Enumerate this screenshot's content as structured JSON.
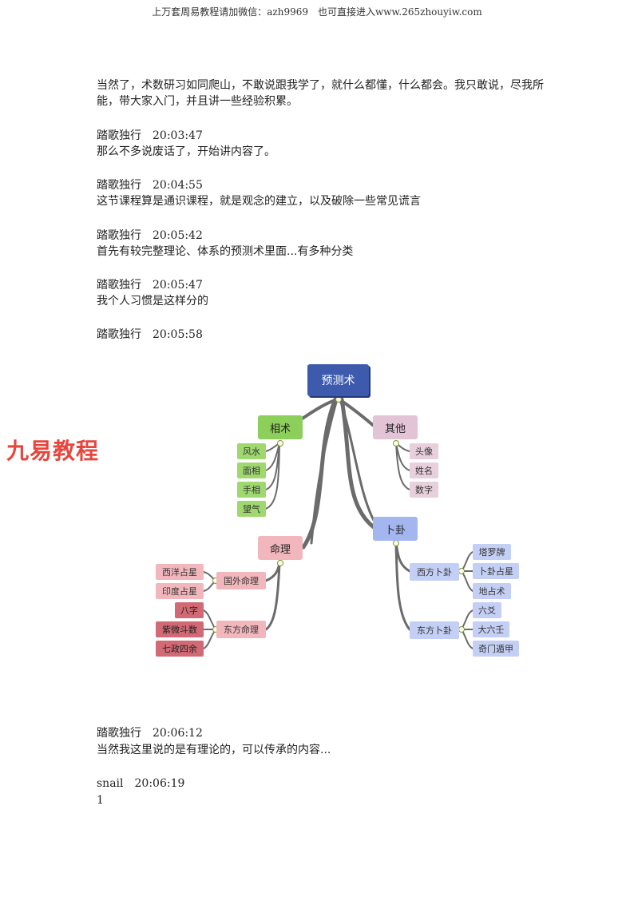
{
  "header": {
    "text": "上万套周易教程请加微信：azh9969　也可直接进入www.265zhouyiw.com"
  },
  "intro": "当然了，术数研习如同爬山，不敢说跟我学了，就什么都懂，什么都会。我只敢说，尽我所能，带大家入门，并且讲一些经验积累。",
  "messages": [
    {
      "speaker": "踏歌独行　20:03:47",
      "text": "那么不多说废话了，开始讲内容了。"
    },
    {
      "speaker": "踏歌独行　20:04:55",
      "text": "这节课程算是通识课程，就是观念的建立，以及破除一些常见谎言"
    },
    {
      "speaker": "踏歌独行　20:05:42",
      "text": "首先有较完整理论、体系的预测术里面...有多种分类"
    },
    {
      "speaker": "踏歌独行　20:05:47",
      "text": "我个人习惯是这样分的"
    },
    {
      "speaker": "踏歌独行　20:05:58",
      "text": ""
    },
    {
      "speaker": "踏歌独行　20:06:12",
      "text": "当然我这里说的是有理论的，可以传承的内容..."
    },
    {
      "speaker": "snail　20:06:19",
      "text": "1"
    }
  ],
  "watermark": "九易教程",
  "mindmap": {
    "root": "预测术",
    "xiangshu": {
      "label": "相术",
      "items": [
        "风水",
        "面相",
        "手相",
        "望气"
      ]
    },
    "qita": {
      "label": "其他",
      "items": [
        "头像",
        "姓名",
        "数字"
      ]
    },
    "buga": {
      "label": "卜卦",
      "west": {
        "label": "西方卜卦",
        "items": [
          "塔罗牌",
          "卜卦占星",
          "地占术"
        ]
      },
      "east": {
        "label": "东方卜卦",
        "items": [
          "六爻",
          "大六壬",
          "奇门遁甲"
        ]
      }
    },
    "mingli": {
      "label": "命理",
      "foreign": {
        "label": "国外命理",
        "items": [
          "西洋占星",
          "印度占星"
        ]
      },
      "east": {
        "label": "东方命理",
        "items": [
          "八字",
          "紫微斗数",
          "七政四余"
        ]
      }
    }
  }
}
